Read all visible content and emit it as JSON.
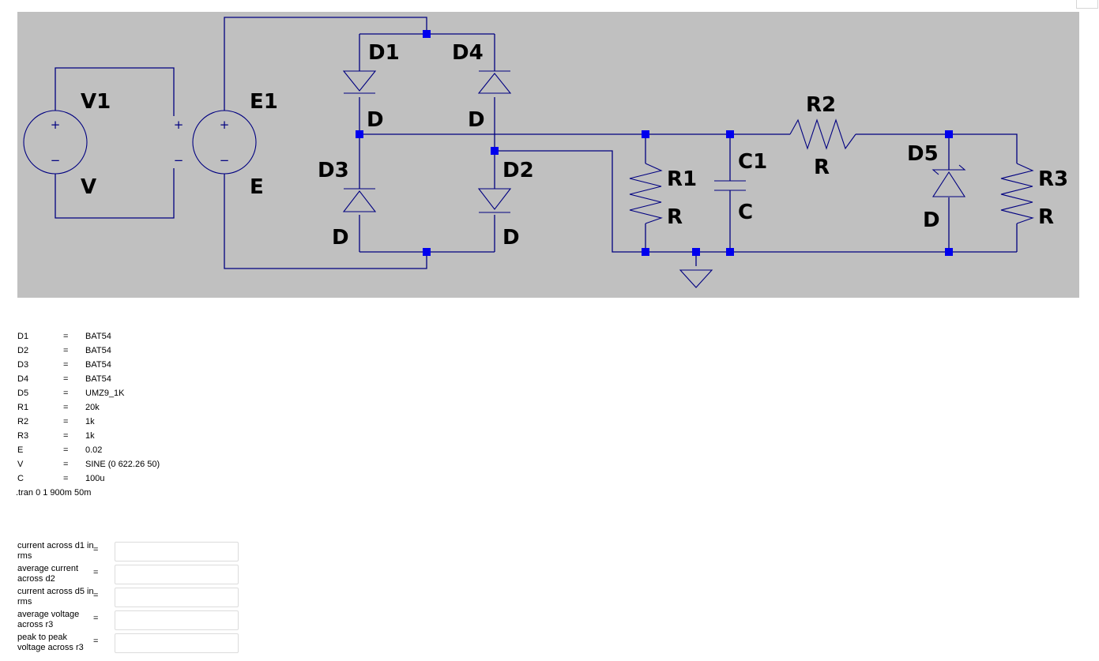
{
  "schematic": {
    "background": "#c0c0c0",
    "wire_color": "#000080",
    "node_color": "#0000ee",
    "labels": {
      "v1": "V1",
      "v1_type": "V",
      "e1": "E1",
      "e1_type": "E",
      "d1": "D1",
      "d1_type": "D",
      "d4": "D4",
      "d4_type": "D",
      "d3": "D3",
      "d3_type": "D",
      "d2": "D2",
      "d2_type": "D",
      "r1": "R1",
      "r1_type": "R",
      "c1": "C1",
      "c1_type": "C",
      "r2": "R2",
      "r2_type": "R",
      "d5": "D5",
      "d5_type": "D",
      "r3": "R3",
      "r3_type": "R"
    },
    "pin_signs": {
      "plus": "+",
      "minus": "−"
    }
  },
  "parameters": [
    {
      "name": "D1",
      "eq": "=",
      "value": "BAT54"
    },
    {
      "name": "D2",
      "eq": "=",
      "value": "BAT54"
    },
    {
      "name": "D3",
      "eq": "=",
      "value": "BAT54"
    },
    {
      "name": "D4",
      "eq": "=",
      "value": "BAT54"
    },
    {
      "name": "D5",
      "eq": "=",
      "value": "UMZ9_1K"
    },
    {
      "name": "R1",
      "eq": "=",
      "value": "20k"
    },
    {
      "name": "R2",
      "eq": "=",
      "value": "1k"
    },
    {
      "name": "R3",
      "eq": "=",
      "value": "1k"
    },
    {
      "name": "E",
      "eq": "=",
      "value": "0.02"
    },
    {
      "name": "V",
      "eq": "=",
      "value": "SINE (0 622.26 50)"
    },
    {
      "name": "C",
      "eq": "=",
      "value": "100u"
    }
  ],
  "tran": ".tran 0 1 900m 50m",
  "questions": [
    {
      "label": "current  across d1 in rms",
      "eq": "=",
      "value": ""
    },
    {
      "label": "average current across d2",
      "eq": "=",
      "value": ""
    },
    {
      "label": "current  across d5 in rms",
      "eq": "=",
      "value": ""
    },
    {
      "label": "average voltage across r3",
      "eq": "=",
      "value": ""
    },
    {
      "label": "peak to peak voltage across r3",
      "eq": "=",
      "value": ""
    }
  ]
}
